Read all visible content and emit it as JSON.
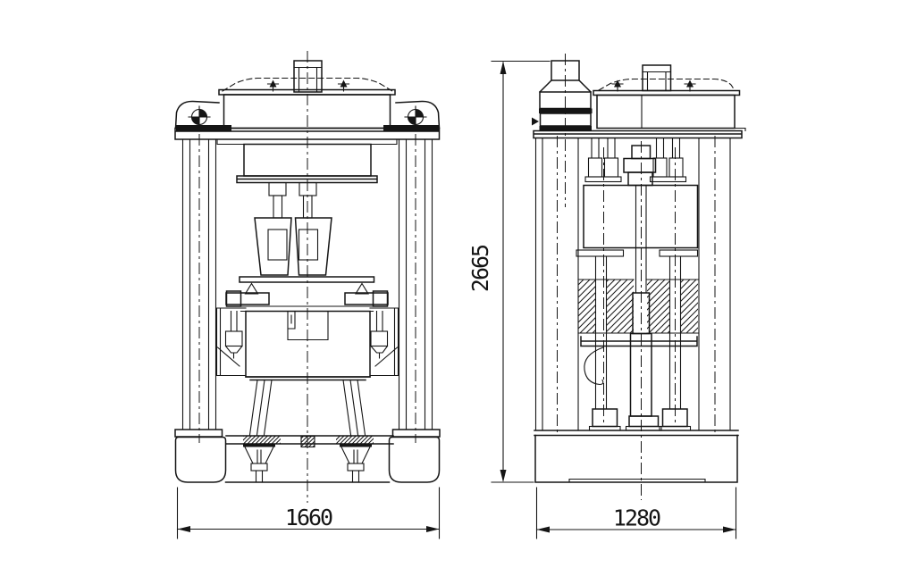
{
  "colors": {
    "background": "#ffffff",
    "line": "#151515"
  },
  "dimensions": {
    "front_width": "1660",
    "side_width": "1280",
    "overall_height": "2665"
  },
  "icons": {
    "crosshair_bolt": "circle-cross-target",
    "bolt_marker": "small-pin-triangle",
    "arrowhead": "filled-triangle"
  }
}
